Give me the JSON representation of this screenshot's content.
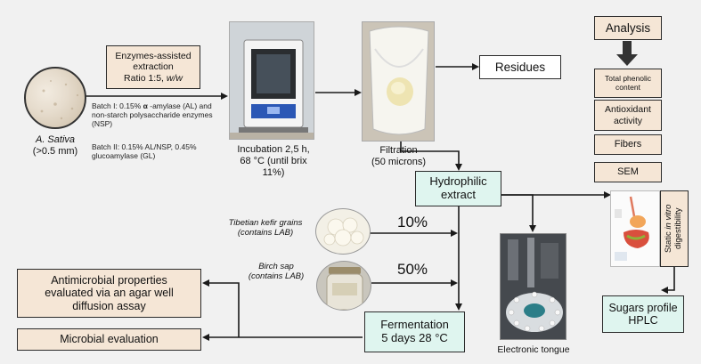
{
  "garlic": {
    "name": "A. Sativa",
    "size": "(>0.5 mm)"
  },
  "enzyme_box": {
    "line1": "Enzymes-assisted",
    "line2": "extraction",
    "ratio_prefix": "Ratio 1:5, ",
    "ratio_unit": "w/w"
  },
  "batch1": {
    "prefix": "Batch I: 0.15% ",
    "alpha": "α",
    "rest": " -amylase (AL) and non-starch polysaccharide enzymes (NSP)"
  },
  "batch2": {
    "text": "Batch II: 0.15% AL/NSP, 0.45% glucoamylase (GL)"
  },
  "incubation": {
    "line1": "Incubation 2,5 h,",
    "line2": "68 °C (until brix",
    "line3": "11%)"
  },
  "filtration": {
    "line1": "Filtration",
    "line2": "(50 microns)"
  },
  "residues": "Residues",
  "hydrophilic": {
    "line1": "Hydrophilic",
    "line2": "extract"
  },
  "kefir": {
    "line1": "Tibetian kefir grains",
    "line2": "(contains LAB)",
    "percent": "10%"
  },
  "birch": {
    "line1": "Birch sap",
    "line2": "(contains LAB)",
    "percent": "50%"
  },
  "antimicrobial": {
    "line1": "Antimicrobial properties",
    "line2": "evaluated via an agar well",
    "line3": "diffusion assay"
  },
  "microbial": "Microbial evaluation",
  "fermentation": {
    "line1": "Fermentation",
    "line2": "5 days 28 °C"
  },
  "tongue": "Electronic tongue",
  "analysis": {
    "title": "Analysis",
    "items": [
      {
        "line1": "Total phenolic",
        "line2": "content"
      },
      {
        "line1": "Antioxidant",
        "line2": "activity"
      },
      {
        "line1": "Fibers",
        "line2": ""
      },
      {
        "line1": "SEM",
        "line2": ""
      }
    ]
  },
  "digestibility": {
    "prefix": "Static ",
    "italic": "in vitro",
    "suffix": "digestibility"
  },
  "sugars": {
    "line1": "Sugars profile",
    "line2": "HPLC"
  },
  "colors": {
    "peach": "#f5e6d6",
    "mint": "#dff5ef",
    "arrow": "#1a1a1a"
  }
}
